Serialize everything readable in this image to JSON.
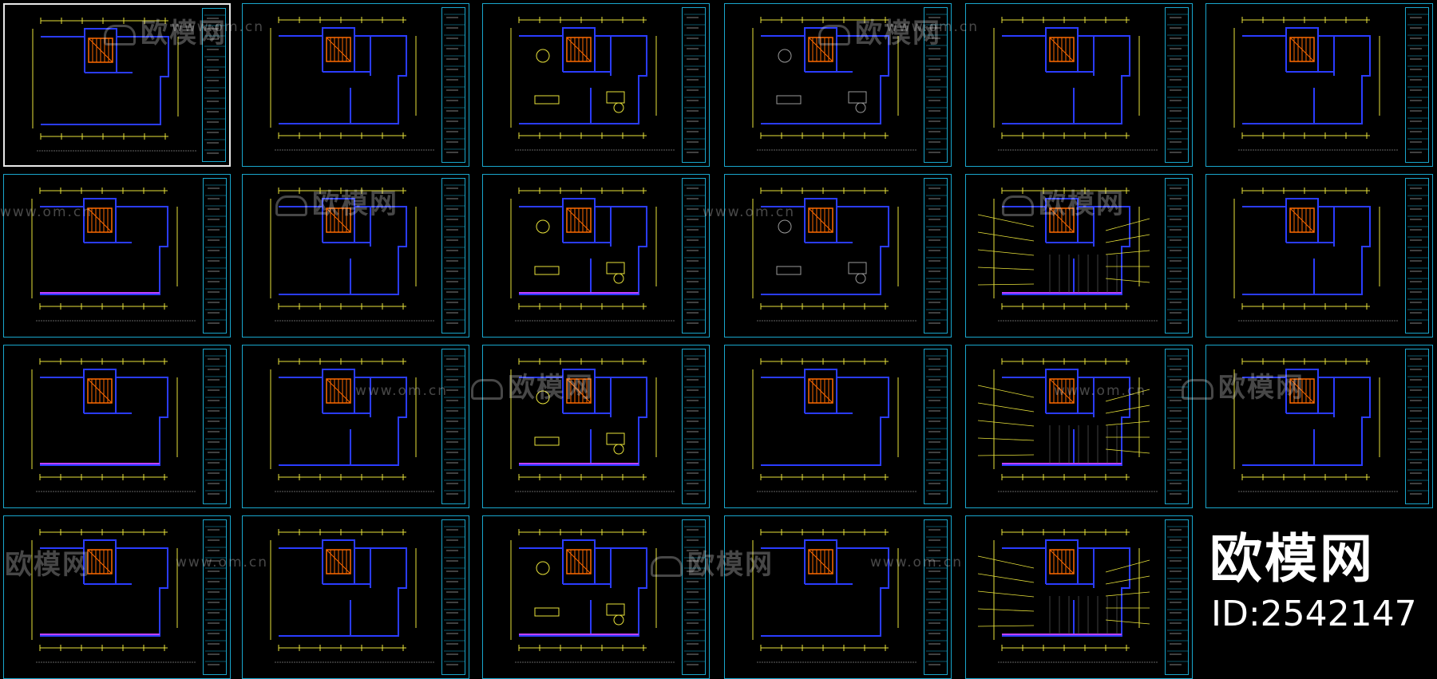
{
  "colors": {
    "background": "#000000",
    "sheet_border": "#19a6cc",
    "active_sheet_border": "#e8e8e8",
    "wall": "#2a3cff",
    "dimension": "#e8e23a",
    "stair": "#ff6a00",
    "furniture": "#e8e23a",
    "floor": "#c040ff",
    "watermark": "rgba(235,235,235,0.30)",
    "brand_text": "#ffffff"
  },
  "watermark": {
    "brand": "欧模网",
    "url": "www.om.cn",
    "icon": "sofa-icon"
  },
  "brand": {
    "logo_text": "欧模网",
    "id_text": "ID:2542147"
  },
  "grid": {
    "rows": 4,
    "cols": 6,
    "active_sheet": 0
  }
}
